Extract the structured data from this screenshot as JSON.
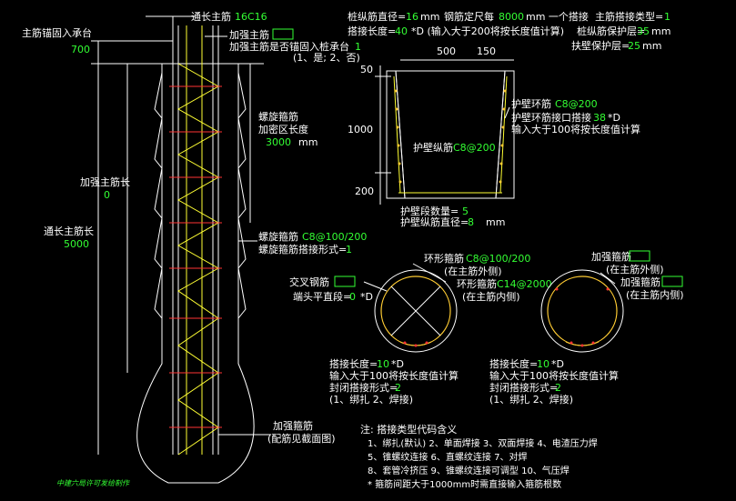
{
  "colors": {
    "background": "#000000",
    "label": "#ffffff",
    "value": "#33ff33",
    "spiral": "#ffff33",
    "hoop": "#ff3333",
    "ring": "#ffcc33"
  },
  "left": {
    "main_rebar_label": "通长主筋",
    "main_rebar_value": "16C16",
    "anchor_label": "主筋锚固入承台",
    "anchor_value": "700",
    "strengthen_main_label": "加强主筋",
    "strengthen_anchor_label": "加强主筋是否锚固入桩承台",
    "strengthen_anchor_value": "1",
    "strengthen_anchor_hint": "(1、是; 2、否)",
    "spiral_label_1": "螺旋箍筋",
    "spiral_label_2": "加密区长度",
    "spiral_dense_value": "3000",
    "spiral_dense_unit": "mm",
    "strengthen_len_label": "加强主筋长",
    "strengthen_len_value": "0",
    "full_len_label": "通长主筋长",
    "full_len_value": "5000",
    "spiral_stirrup_label": "螺旋箍筋",
    "spiral_stirrup_value": "C8@100/200",
    "spiral_lap_label": "螺旋箍筋搭接形式=",
    "spiral_lap_value": "1",
    "strength_hoop_label": "加强箍筋",
    "strength_hoop_hint": "(配筋见截面图)"
  },
  "top_params": {
    "dia_label": "桩纵筋直径=",
    "dia_value": "16",
    "dia_unit": "mm",
    "lap_every_label": "钢筋定尺每",
    "lap_every_value": "8000",
    "lap_every_unit": "mm 一个搭接",
    "lap_type_label": "主筋搭接类型=",
    "lap_type_value": "1",
    "lap_len_label": "搭接长度=",
    "lap_len_value": "40",
    "lap_len_hint": "*D (输入大于200将按长度值计算)",
    "cover_label": "桩纵筋保护层=",
    "cover_value": "35",
    "cover_unit": "mm",
    "wall_cover_label": "扶壁保护层=",
    "wall_cover_value": "25",
    "wall_cover_unit": "mm"
  },
  "wall": {
    "dim_500": "500",
    "dim_150": "150",
    "dim_50": "50",
    "dim_1000": "1000",
    "dim_200": "200",
    "ring_label": "护壁环筋",
    "ring_value": "C8@200",
    "ring_lap_label": "护壁环筋接口搭接",
    "ring_lap_value": "38",
    "ring_lap_unit": "*D",
    "ring_lap_hint": "输入大于100将按长度值计算",
    "long_label": "护壁纵筋",
    "long_value": "C8@200",
    "segments_label": "护壁段数量=",
    "segments_value": "5",
    "long_dia_label": "护壁纵筋直径=",
    "long_dia_value": "8",
    "long_dia_unit": "mm"
  },
  "section_left": {
    "ring_label": "环形箍筋",
    "ring_value": "C8@100/200",
    "ring_pos": "(在主筋外侧)",
    "ring2_label": "环形箍筋",
    "ring2_value": "C14@2000",
    "ring2_pos": "(在主筋内侧)",
    "cross_label": "交叉钢筋",
    "end_label": "端头平直段=",
    "end_value": "0",
    "end_unit": "*D",
    "lap_label": "搭接长度=",
    "lap_value": "10",
    "lap_unit": "*D",
    "lap_hint": "输入大于100将按长度值计算",
    "close_label": "封闭搭接形式=",
    "close_value": "2",
    "close_hint": "(1、绑扎  2、焊接)"
  },
  "section_right": {
    "hoop_label": "加强箍筋",
    "hoop_pos": "(在主筋外侧)",
    "hoop2_label": "加强箍筋",
    "hoop2_pos": "(在主筋内侧)",
    "lap_label": "搭接长度=",
    "lap_value": "10",
    "lap_unit": "*D",
    "lap_hint": "输入大于100将按长度值计算",
    "close_label": "封闭搭接形式=",
    "close_value": "2",
    "close_hint": "(1、绑扎  2、焊接)"
  },
  "notes": {
    "title": "注: 搭接类型代码含义",
    "line1": "1、绑扎(默认)    2、单面焊接    3、双面焊接    4、电渣压力焊",
    "line2": "5、锥螺纹连接    6、直螺纹连接    7、对焊",
    "line3": "8、套管冷挤压    9、锥螺纹连接可调型    10、气压焊",
    "line4": "* 箍筋间距大于1000mm时需直接输入箍筋根数"
  },
  "footer": "中建六局许可发给制作"
}
